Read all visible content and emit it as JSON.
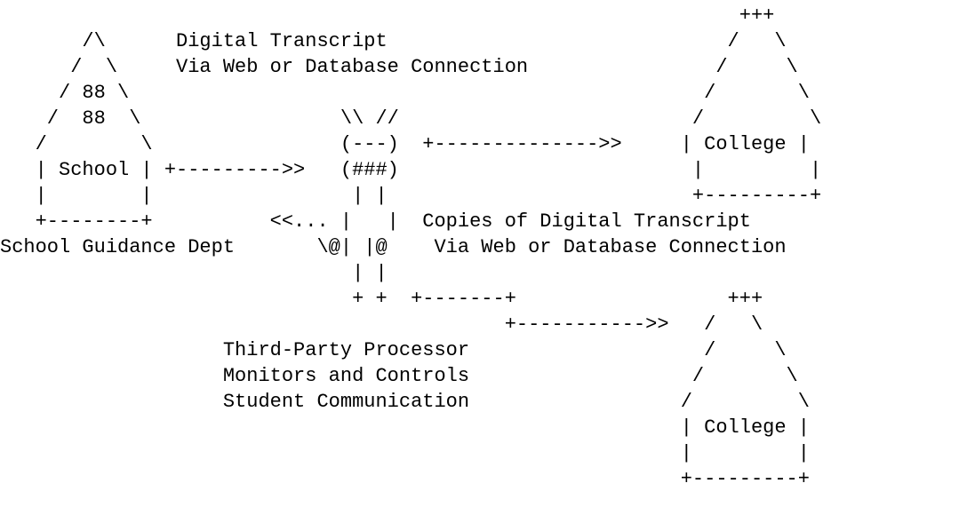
{
  "diagram": {
    "lines": [
      "                                                               +++",
      "       /\\      Digital Transcript                             /   \\",
      "      /  \\     Via Web or Database Connection                /     \\",
      "     / 88 \\                                                 /       \\",
      "    /  88  \\                 \\\\ //                         /         \\",
      "   /        \\                (---)  +-------------->>     | College |",
      "   | School | +--------->>   (###)                         |         |",
      "   |        |                 | |                          +---------+",
      "   +--------+          <<... |   |  Copies of Digital Transcript",
      "School Guidance Dept       \\@| |@    Via Web or Database Connection",
      "                              | |",
      "                              + +  +-------+                  +++",
      "                                           +----------->>   /   \\",
      "                   Third-Party Processor                    /     \\",
      "                   Monitors and Controls                   /       \\",
      "                   Student Communication                  /         \\",
      "                                                          | College |",
      "                                                          |         |",
      "                                                          +---------+"
    ]
  }
}
